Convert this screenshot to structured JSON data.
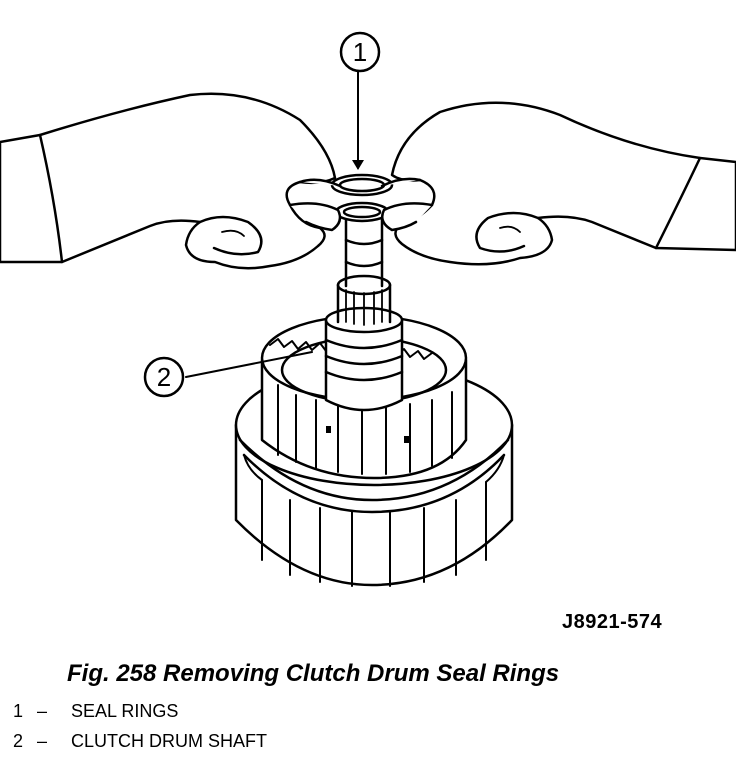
{
  "callouts": [
    "1",
    "2"
  ],
  "figure_id": "J8921-574",
  "caption": "Fig. 258 Removing Clutch Drum Seal Rings",
  "legend": [
    {
      "num": "1",
      "dash": "–",
      "text": "SEAL RINGS"
    },
    {
      "num": "2",
      "dash": "–",
      "text": "CLUTCH DRUM SHAFT"
    }
  ]
}
